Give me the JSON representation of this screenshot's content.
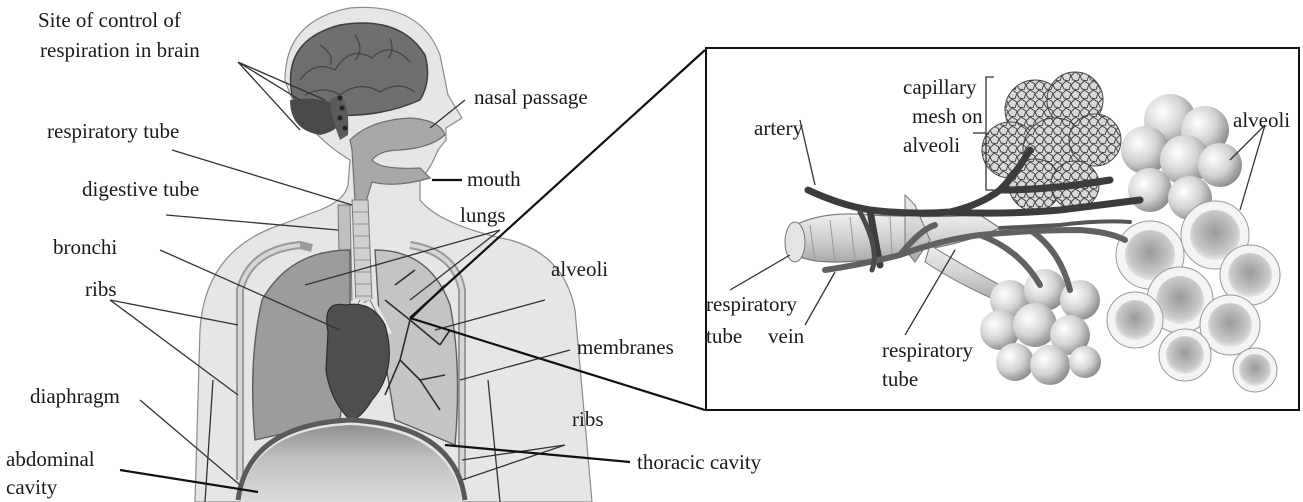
{
  "labels": {
    "brain_control_line1": "Site of control of",
    "brain_control_line2": "respiration in brain",
    "nasal_passage": "nasal passage",
    "respiratory_tube": "respiratory tube",
    "mouth": "mouth",
    "digestive_tube": "digestive tube",
    "lungs": "lungs",
    "bronchi": "bronchi",
    "alveoli_body": "alveoli",
    "ribs_left": "ribs",
    "membranes": "membranes",
    "diaphragm": "diaphragm",
    "ribs_right": "ribs",
    "abdominal_line1": "abdominal",
    "abdominal_line2": "cavity",
    "thoracic_cavity": "thoracic cavity"
  },
  "inset_labels": {
    "capillary_line1": "capillary",
    "capillary_line2": "mesh on",
    "capillary_line3": "alveoli",
    "artery": "artery",
    "alveoli": "alveoli",
    "resp_tube_left_line1": "respiratory",
    "resp_tube_left_line2": "tube",
    "vein": "vein",
    "resp_tube_bottom_line1": "respiratory",
    "resp_tube_bottom_line2": "tube"
  }
}
